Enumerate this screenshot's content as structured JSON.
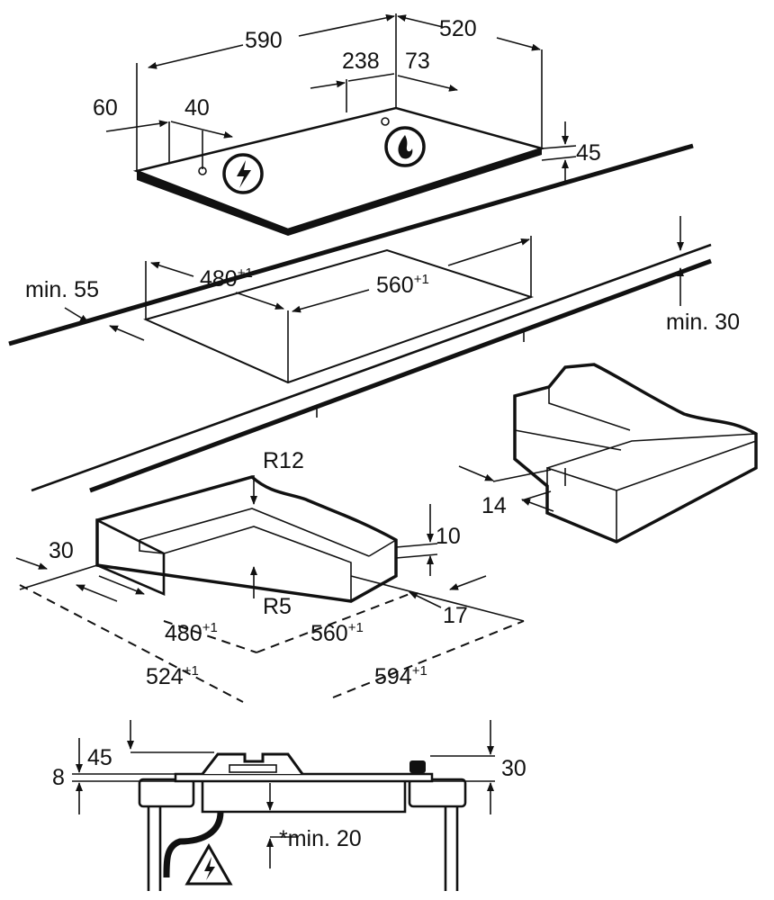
{
  "dimensions": {
    "width_total": "590",
    "depth_total": "520",
    "knob_offset_a": "238",
    "knob_offset_b": "73",
    "left_offset": "60",
    "left_knob": "40",
    "hob_height": "45",
    "min_side": "min. 55",
    "cutout_depth": "480",
    "cutout_width": "560",
    "min_back": "min. 30",
    "radius_top": "R12",
    "radius_inner": "R5",
    "frame_border": "30",
    "frame_step": "10",
    "frame_edge": "17",
    "frame_inner_depth": "480",
    "frame_inner_width": "560",
    "frame_outer_depth": "524",
    "frame_outer_width": "594",
    "frame_side": "14",
    "section_hob": "45",
    "section_base": "8",
    "section_right": "30",
    "section_min": "*min. 20",
    "tolerance": "+1"
  }
}
